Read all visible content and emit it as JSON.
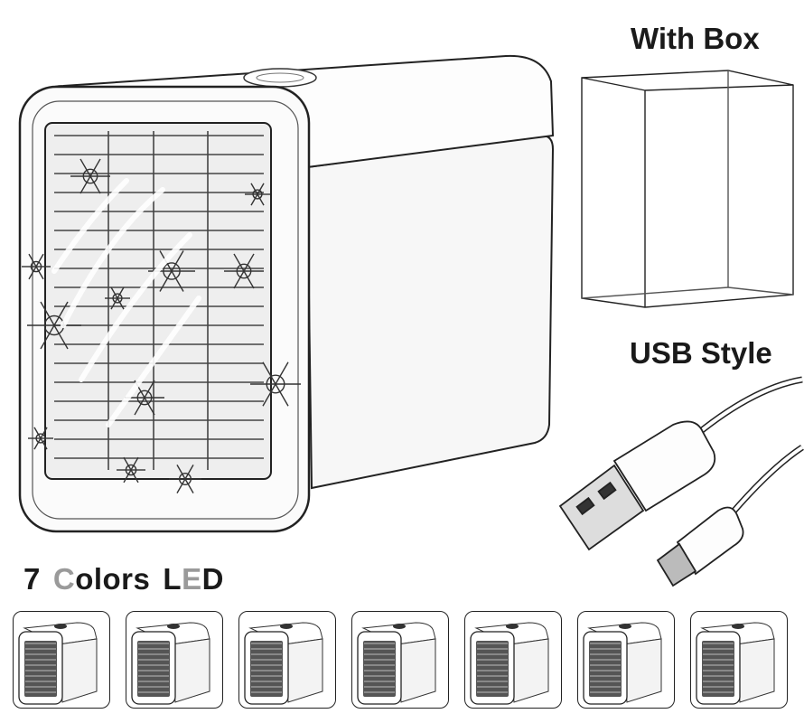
{
  "labels": {
    "with_box": "With Box",
    "usb_style": "USB Style",
    "led_number": "7",
    "led_colors": "Colors",
    "led_word": "LED"
  },
  "thumbnails": [
    {
      "name": "thumb-1"
    },
    {
      "name": "thumb-2"
    },
    {
      "name": "thumb-3"
    },
    {
      "name": "thumb-4"
    },
    {
      "name": "thumb-5"
    },
    {
      "name": "thumb-6"
    },
    {
      "name": "thumb-7"
    }
  ],
  "colors": {
    "outline": "#1a1a1a",
    "grey": "#9a9a9a",
    "background": "#ffffff"
  }
}
